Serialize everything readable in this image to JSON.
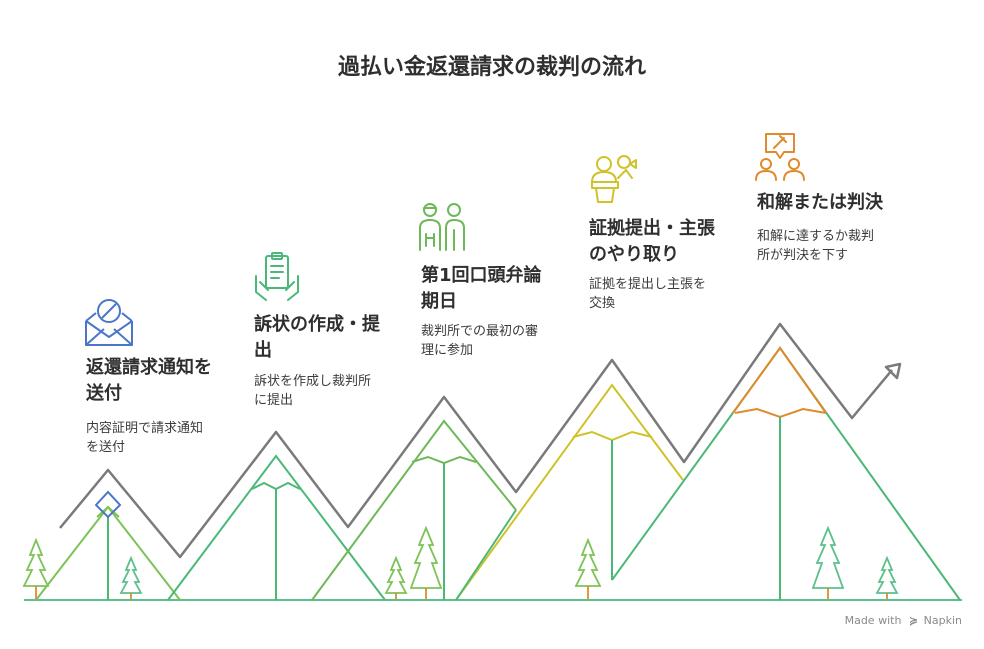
{
  "title": "過払い金返還請求の裁判の流れ",
  "steps": [
    {
      "title_line1": "返還請求通知を",
      "title_line2": "送付",
      "desc_line1": "内容証明で請求通知",
      "desc_line2": "を送付",
      "color": "#4a76c9",
      "icon": "envelope-cancel-icon"
    },
    {
      "title_line1": "訴状の作成・提",
      "title_line2": "出",
      "desc_line1": "訴状を作成し裁判所",
      "desc_line2": "に提出",
      "color": "#4cb878",
      "icon": "document-hand-icon"
    },
    {
      "title_line1": "第1回口頭弁論",
      "title_line2": "期日",
      "desc_line1": "裁判所での最初の審",
      "desc_line2": "理に参加",
      "color": "#6fb85a",
      "icon": "two-people-icon"
    },
    {
      "title_line1": "証拠提出・主張",
      "title_line2": "のやり取り",
      "desc_line1": "証拠を提出し主張を",
      "desc_line2": "交換",
      "color": "#cfc22a",
      "icon": "speaker-podium-icon"
    },
    {
      "title_line1": "和解または判決",
      "title_line2": "",
      "desc_line1": "和解に達するか裁判",
      "desc_line2": "所が判決を下す",
      "color": "#e08a2c",
      "icon": "gavel-people-icon"
    }
  ],
  "footer": {
    "made_with": "Made with",
    "brand": "Napkin"
  },
  "colors": {
    "mountain1": "#4cb878",
    "mountain2": "#4cb878",
    "mountain3": "#4cb878",
    "mountain4": "#4cb878",
    "mountain5": "#4cb878",
    "path": "#7a7a7a",
    "tree": "#5cc08a"
  }
}
